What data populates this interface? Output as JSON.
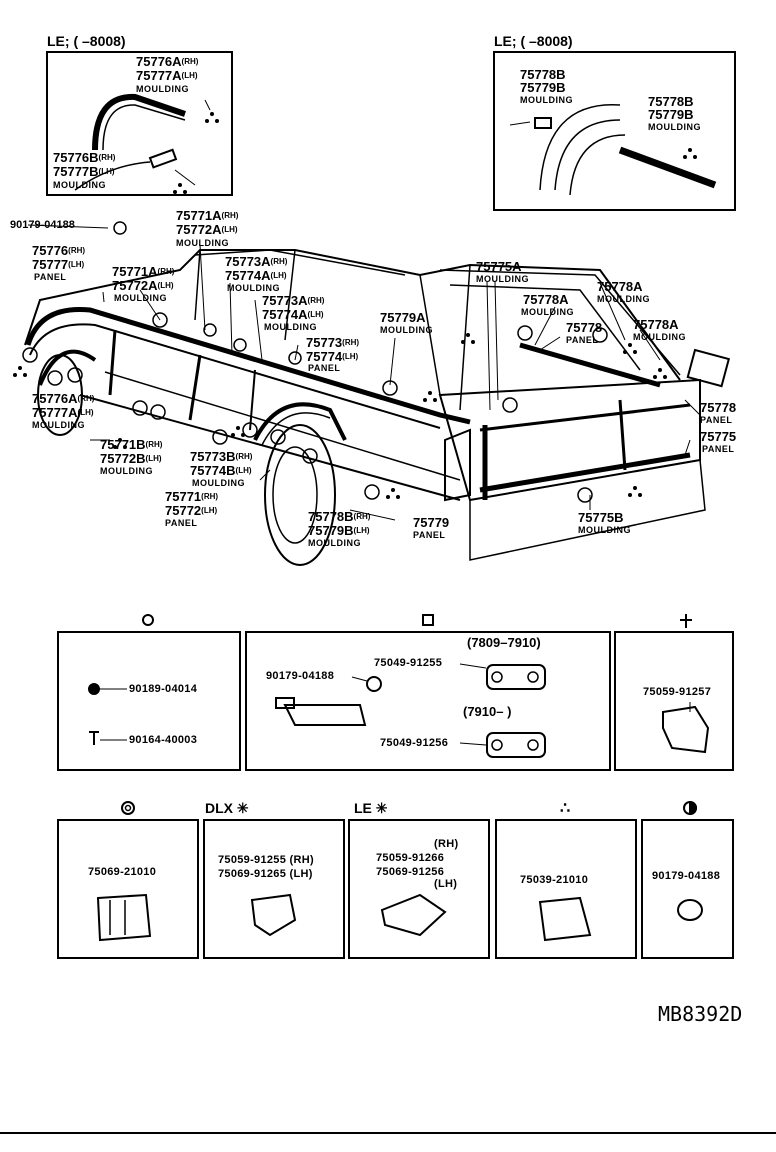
{
  "diagram": {
    "inset_left": {
      "header": "LE; (      –8008)",
      "parts": [
        {
          "num": "75776A",
          "side": "(RH)"
        },
        {
          "num": "75777A",
          "side": "(LH)"
        },
        {
          "label": "MOULDING"
        },
        {
          "num": "75776B",
          "side": "(RH)"
        },
        {
          "num": "75777B",
          "side": "(LH)"
        },
        {
          "label": "MOULDING"
        }
      ]
    },
    "inset_right": {
      "header": "LE; (      –8008)",
      "parts": [
        {
          "num": "75778B"
        },
        {
          "num": "75779B"
        },
        {
          "label": "MOULDING"
        },
        {
          "num": "75778B"
        },
        {
          "num": "75779B"
        },
        {
          "label": "MOULDING"
        }
      ]
    },
    "callouts": [
      {
        "num": "90179-04188"
      },
      {
        "num": "75771A",
        "side": "(RH)"
      },
      {
        "num": "75772A",
        "side": "(LH)"
      },
      {
        "label": "MOULDING"
      },
      {
        "num": "75776",
        "side": "(RH)"
      },
      {
        "num": "75777",
        "side": "(LH)"
      },
      {
        "label": "PANEL"
      },
      {
        "num": "75771A",
        "side": "(RH)"
      },
      {
        "num": "75772A",
        "side": "(LH)"
      },
      {
        "label": "MOULDING"
      },
      {
        "num": "75773A",
        "side": "(RH)"
      },
      {
        "num": "75774A",
        "side": "(LH)"
      },
      {
        "label": "MOULDING"
      },
      {
        "num": "75773A",
        "side": "(RH)"
      },
      {
        "num": "75774A",
        "side": "(LH)"
      },
      {
        "label": "MOULDING"
      },
      {
        "num": "75773",
        "side": "(RH)"
      },
      {
        "num": "75774",
        "side": "(LH)"
      },
      {
        "label": "PANEL"
      },
      {
        "num": "75779A"
      },
      {
        "label": "MOULDING"
      },
      {
        "num": "75775A"
      },
      {
        "label": "MOULDING"
      },
      {
        "num": "75778A"
      },
      {
        "label": "MOULDING"
      },
      {
        "num": "75778A"
      },
      {
        "label": "MOULDING"
      },
      {
        "num": "75778"
      },
      {
        "label": "PANEL"
      },
      {
        "num": "75778A"
      },
      {
        "label": "MOULDING"
      },
      {
        "num": "75776A",
        "side": "(RH)"
      },
      {
        "num": "75777A",
        "side": "(LH)"
      },
      {
        "label": "MOULDING"
      },
      {
        "num": "75771B",
        "side": "(RH)"
      },
      {
        "num": "75772B",
        "side": "(LH)"
      },
      {
        "label": "MOULDING"
      },
      {
        "num": "75773B",
        "side": "(RH)"
      },
      {
        "num": "75774B",
        "side": "(LH)"
      },
      {
        "label": "MOULDING"
      },
      {
        "num": "75771",
        "side": "(RH)"
      },
      {
        "num": "75772",
        "side": "(LH)"
      },
      {
        "label": "PANEL"
      },
      {
        "num": "75778B",
        "side": "(RH)"
      },
      {
        "num": "75779B",
        "side": "(LH)"
      },
      {
        "label": "MOULDING"
      },
      {
        "num": "75779"
      },
      {
        "label": "PANEL"
      },
      {
        "num": "75775B"
      },
      {
        "label": "MOULDING"
      },
      {
        "num": "75778"
      },
      {
        "label": "PANEL"
      },
      {
        "num": "75775"
      },
      {
        "label": "PANEL"
      }
    ]
  },
  "legend": {
    "row1": [
      {
        "symbol": "o",
        "parts": [
          "90189-04014",
          "90164-40003"
        ]
      },
      {
        "symbol": "□",
        "ranges": [
          "(7809–7910)",
          "(7910–       )"
        ],
        "parts": [
          "90179-04188",
          "75049-91255",
          "75049-91256"
        ]
      },
      {
        "symbol": "+",
        "parts": [
          "75059-91257"
        ]
      }
    ],
    "row2": [
      {
        "symbol": "◎",
        "parts": [
          "75069-21010"
        ]
      },
      {
        "symbol": "DLX  ✳",
        "parts": [
          "75059-91255 (RH)",
          "75069-91265 (LH)"
        ]
      },
      {
        "symbol": "LE   ✳",
        "side_rh": "(RH)",
        "side_lh": "(LH)",
        "parts": [
          "75059-91266",
          "75069-91256"
        ]
      },
      {
        "symbol": "∴",
        "parts": [
          "75039-21010"
        ]
      },
      {
        "symbol": "◐",
        "parts": [
          "90179-04188"
        ]
      }
    ]
  },
  "catalog_code": "MB8392D"
}
